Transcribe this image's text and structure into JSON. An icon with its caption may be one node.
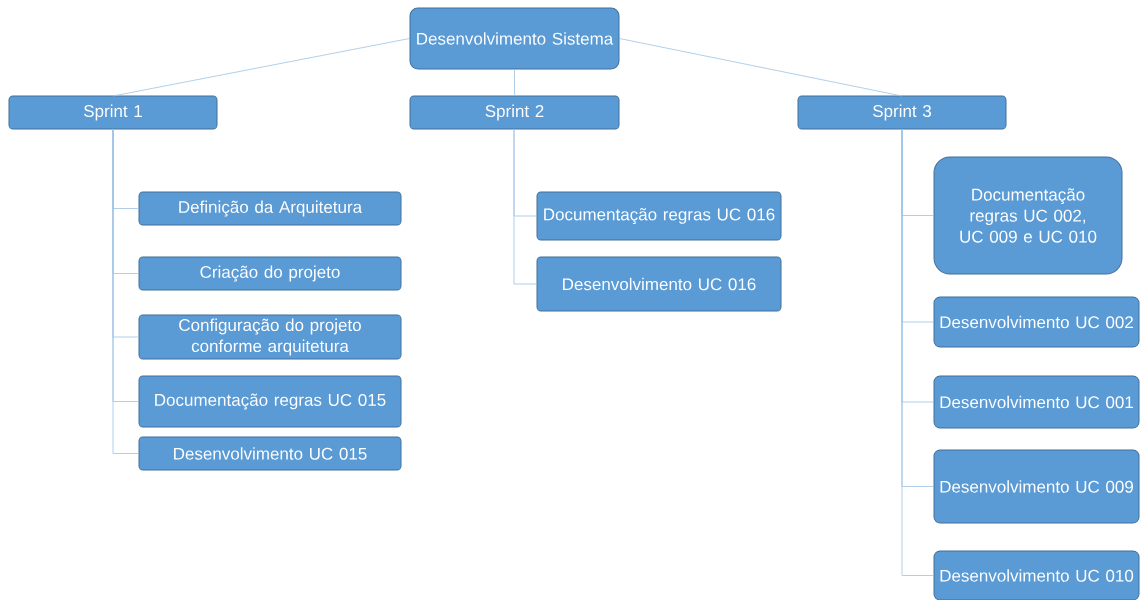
{
  "diagram": {
    "nodes": [
      {
        "text": [
          "Desenvolvimento Sistema"
        ]
      },
      {
        "text": [
          "Sprint 1"
        ]
      },
      {
        "text": [
          "Sprint 2"
        ]
      },
      {
        "text": [
          "Sprint 3"
        ]
      },
      {
        "text": [
          "Definição da Arquitetura"
        ]
      },
      {
        "text": [
          "Criação do projeto"
        ]
      },
      {
        "text": [
          "Configuração do projeto conforme arquitetura"
        ]
      },
      {
        "text": [
          "Documentação regras UC 015"
        ]
      },
      {
        "text": [
          "Desenvolvimento UC 015"
        ]
      },
      {
        "text": [
          "Documentação regras UC 016"
        ]
      },
      {
        "text": [
          "Desenvolvimento UC 016"
        ]
      },
      {
        "text": [
          "Documentação regras UC 002, UC 009 e UC 010"
        ]
      },
      {
        "text": [
          "Desenvolvimento UC 002"
        ]
      },
      {
        "text": [
          "Desenvolvimento UC 001"
        ]
      },
      {
        "text": [
          "Desenvolvimento UC 009"
        ]
      },
      {
        "text": [
          "Desenvolvimento UC 010"
        ]
      }
    ],
    "edges": [
      {
        "from": 0,
        "to": 1,
        "arrow": "none"
      },
      {
        "from": 0,
        "to": 2,
        "arrow": "none"
      },
      {
        "from": 0,
        "to": 3,
        "arrow": "none"
      },
      {
        "from": 1,
        "to": 4,
        "arrow": "none"
      },
      {
        "from": 1,
        "to": 5,
        "arrow": "none"
      },
      {
        "from": 1,
        "to": 6,
        "arrow": "none"
      },
      {
        "from": 1,
        "to": 7,
        "arrow": "none"
      },
      {
        "from": 1,
        "to": 8,
        "arrow": "none"
      },
      {
        "from": 2,
        "to": 9,
        "arrow": "none"
      },
      {
        "from": 2,
        "to": 10,
        "arrow": "none"
      },
      {
        "from": 3,
        "to": 11,
        "arrow": "none"
      },
      {
        "from": 3,
        "to": 12,
        "arrow": "none"
      },
      {
        "from": 3,
        "to": 13,
        "arrow": "none"
      },
      {
        "from": 3,
        "to": 14,
        "arrow": "none"
      },
      {
        "from": 3,
        "to": 15,
        "arrow": "none"
      }
    ]
  }
}
